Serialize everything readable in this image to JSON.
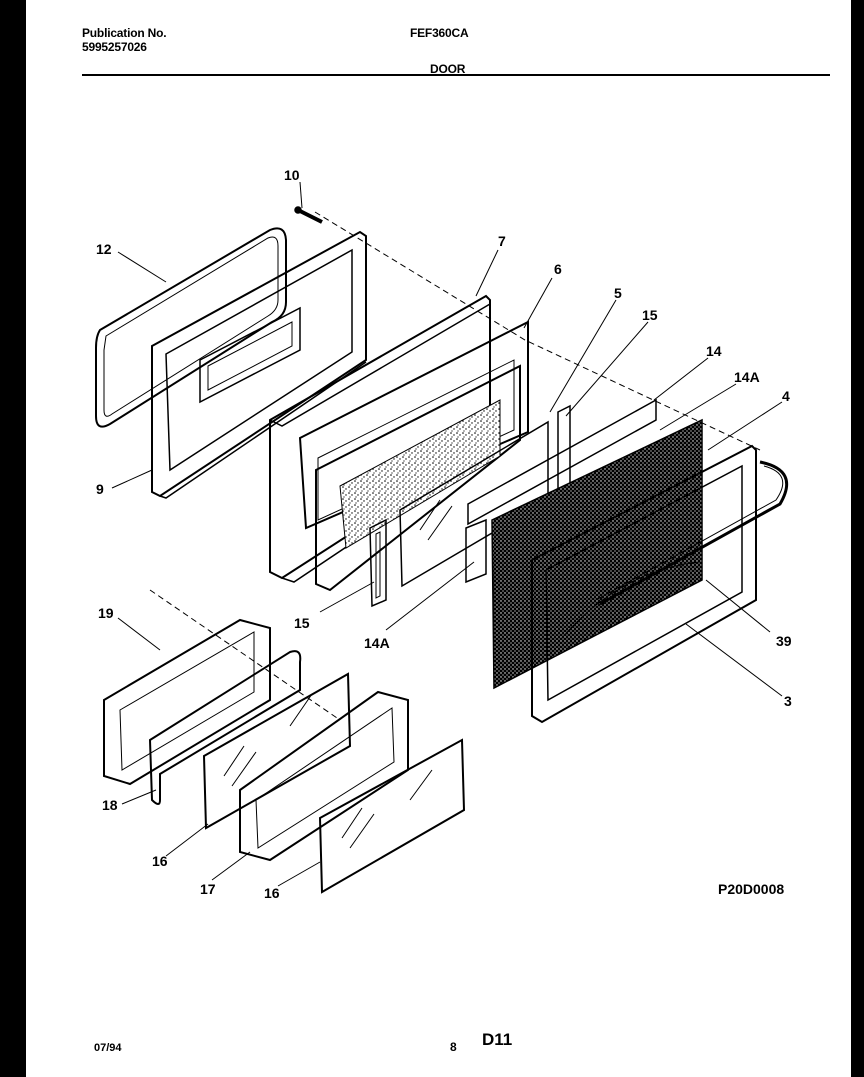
{
  "header": {
    "publication_label": "Publication No.",
    "publication_number": "5995257026",
    "model": "FEF360CA",
    "section": "DOOR"
  },
  "diagram": {
    "code": "P20D0008",
    "parts": {
      "p10": "10",
      "p12": "12",
      "p7": "7",
      "p6": "6",
      "p5": "5",
      "p15a": "15",
      "p14": "14",
      "p14a_top": "14A",
      "p4": "4",
      "p9": "9",
      "p15b": "15",
      "p14a_bottom": "14A",
      "p39": "39",
      "p3": "3",
      "p19": "19",
      "p18": "18",
      "p16a": "16",
      "p17": "17",
      "p16b": "16"
    }
  },
  "footer": {
    "date": "07/94",
    "page": "8",
    "code": "D11"
  }
}
